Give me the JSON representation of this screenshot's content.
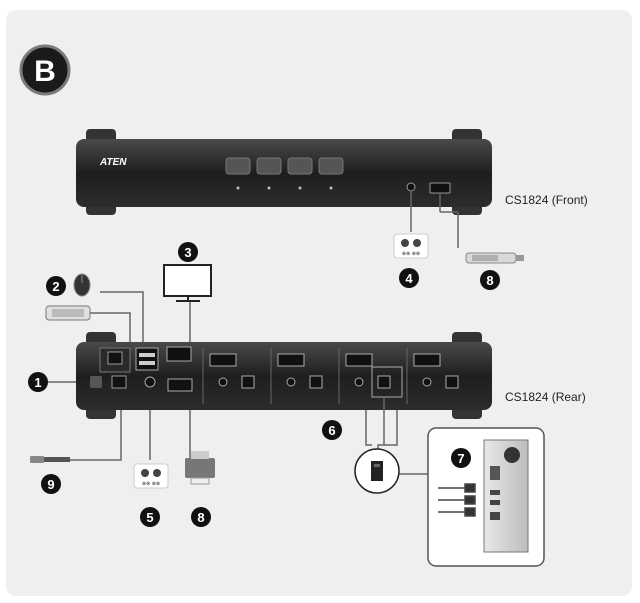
{
  "section_label": "B",
  "brand": "ATEN",
  "front_label": "CS1824 (Front)",
  "rear_label": "CS1824 (Rear)",
  "callouts": [
    "1",
    "2",
    "3",
    "4",
    "5",
    "6",
    "7",
    "8",
    "8",
    "9"
  ],
  "mini_labels": [
    "⊗⊗ ⊗⊗",
    "⊗⊗ ⊗⊗"
  ]
}
